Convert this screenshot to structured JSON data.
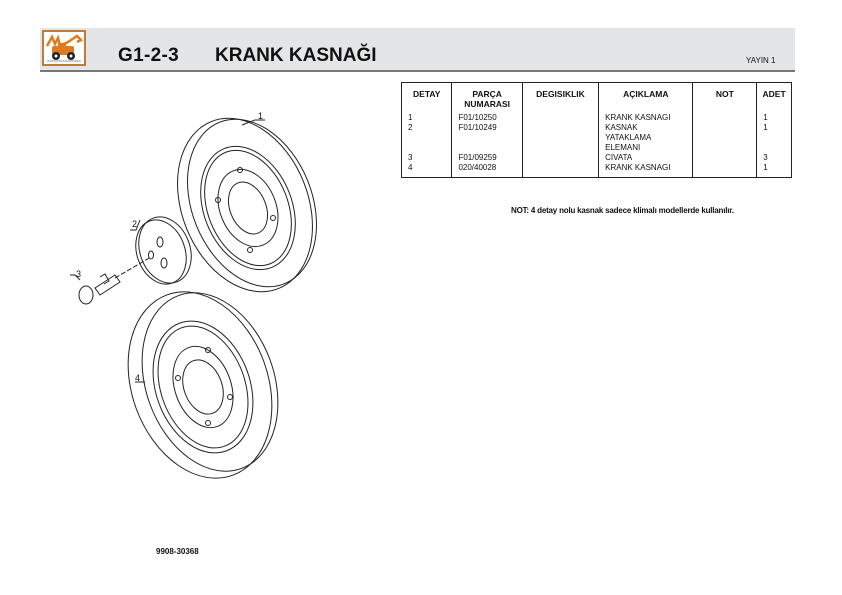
{
  "header": {
    "logo_icon": "backhoe-loader-icon",
    "section_code": "G1-2-3",
    "title": "KRANK KASNAĞI",
    "edition": "YAYIN 1"
  },
  "parts_table": {
    "columns": [
      "DETAY",
      "PARÇA NUMARASI",
      "DEGISIKLIK",
      "AÇIKLAMA",
      "NOT",
      "ADET"
    ],
    "rows": [
      {
        "detay": "1",
        "parca": "F01/10250",
        "degisiklik": "",
        "aciklama": "KRANK KASNAGI",
        "not": "",
        "adet": "1"
      },
      {
        "detay": "2",
        "parca": "F01/10249",
        "degisiklik": "",
        "aciklama": "KASNAK YATAKLAMA ELEMANI",
        "not": "",
        "adet": "1"
      },
      {
        "detay": "3",
        "parca": "F01/09259",
        "degisiklik": "",
        "aciklama": "CIVATA",
        "not": "",
        "adet": "3"
      },
      {
        "detay": "4",
        "parca": "020/40028",
        "degisiklik": "",
        "aciklama": "KRANK KASNAGI",
        "not": "",
        "adet": "1"
      }
    ]
  },
  "note": "NOT: 4 detay nolu kasnak sadece klimalı modellerde kullanılır.",
  "drawing": {
    "callouts": [
      "1",
      "2",
      "3",
      "4"
    ]
  },
  "document_number": "9908-30368"
}
